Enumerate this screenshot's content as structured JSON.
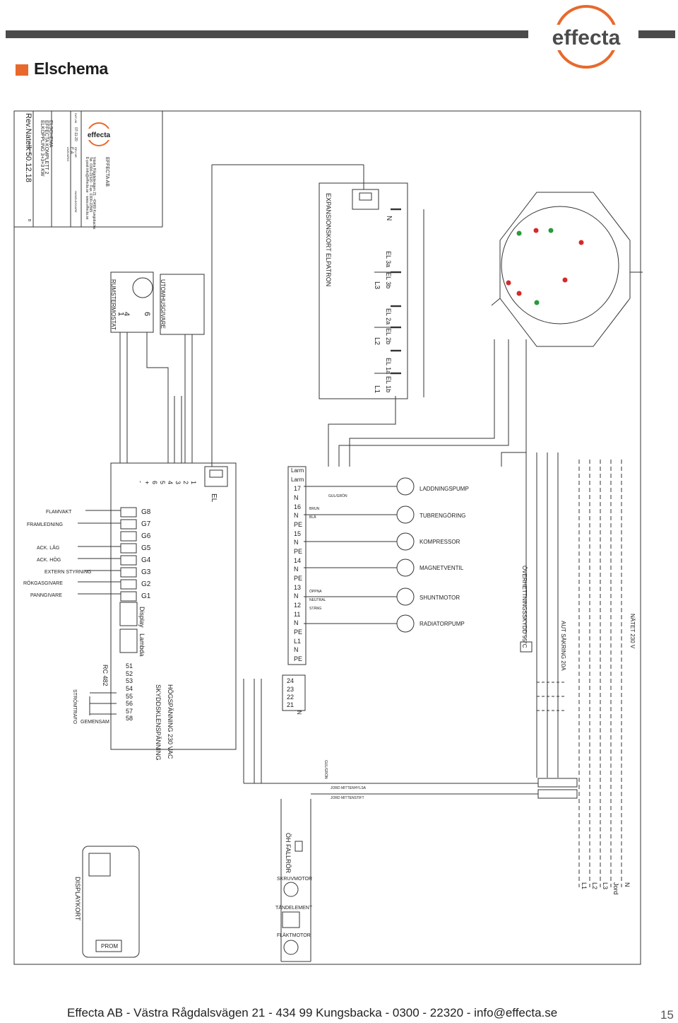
{
  "header": {
    "title": "Elschema",
    "logo_text": "effecta",
    "colors": {
      "accent": "#e8692c",
      "bar": "#4b4b4b"
    }
  },
  "title_block": {
    "company": "EFFECTA AB",
    "address": "Västra Rågdalsvägen 21 · 43499 Kungsbacka",
    "phone": "Tel. 0300-22320 · Fax. 0300-22565",
    "web": "E-post:info@effecta.se · www.effecta.se",
    "doc_lines": [
      "ELSCHEMA",
      "EFFECTA KOMPLETT 2",
      "ELKOPPLING 3+3+3 KW"
    ],
    "date_label": "DATUM",
    "date_value": "07-11-20",
    "rev_label": "REV.NR",
    "rev_value": "E.A",
    "approved_label": "ANSVARIG",
    "handler_label": "HANDLÄGGARE",
    "id_label": "Rev.Nateik",
    "id_value": "50.12.18",
    "id_small": "NUMMER",
    "sheet": "B"
  },
  "schematic": {
    "expansion_card": "EXPANSIONSKORT ELPATRON",
    "heater_terminals": [
      "L1",
      "L2",
      "L3",
      "N"
    ],
    "heater_labels": [
      "EL 1a",
      "EL 1b",
      "EL 2a",
      "EL 2b",
      "EL 3a",
      "EL 3b"
    ],
    "thermostat": {
      "title": "RUMSTERMOSTAT",
      "pins": [
        "1",
        "4",
        "6"
      ]
    },
    "outdoor_sensor": "UTOMHUSGIVARE",
    "main_terminals": [
      "+",
      "-",
      "6",
      "5",
      "4",
      "3",
      "2",
      "1"
    ],
    "el_label": "EL",
    "larm": [
      "Larm",
      "Larm"
    ],
    "terminal_strip": [
      "17",
      "N",
      "16",
      "N",
      "PE",
      "15",
      "N",
      "PE",
      "14",
      "N",
      "PE",
      "13",
      "N",
      "12",
      "11",
      "N",
      "PE",
      "L1",
      "N",
      "PE"
    ],
    "lower_terminals": [
      "24",
      "23",
      "22",
      "21",
      "N"
    ],
    "wire_colors": [
      "BRUN",
      "BLÅ",
      "GUL/GRÖN",
      "ÖPPNA",
      "NEUTRAL",
      "STÄNG"
    ],
    "pumps": [
      "LADDNINGSPUMP",
      "TUBRENGÖRING",
      "KOMPRESSOR",
      "MAGNETVENTIL",
      "SHUNTMOTOR",
      "RADIATORPUMP"
    ],
    "g_inputs": [
      "G8",
      "G7",
      "G6",
      "G5",
      "G4",
      "G3",
      "G2",
      "G1"
    ],
    "sensors": [
      "FLAMVAKT",
      "FRAMLEDNING",
      "ACK. LÅG",
      "ACK. HÖG",
      "EXTERN STYRNING",
      "RÖKGASGIVARE",
      "PANNGIVARE"
    ],
    "display_label": "Display",
    "lambda_label": "Lambda",
    "rc": "RC 482",
    "rc_terminals": [
      "51",
      "52",
      "53",
      "54",
      "55",
      "56",
      "57",
      "58"
    ],
    "stromtrafo": "STRÖMTRAFO",
    "gemensam": "GEMENSAM",
    "high_voltage": "HÖGSPÄNNING 230 VAC",
    "protective_voltage": "SKYDDSKLENSPÄNNING",
    "overheat": "ÖVERHETTNINGSSKYDD 95°C",
    "fuse": "AUT SÄKRING 20A",
    "mains": "NÄTET 230 V",
    "mains_phases": [
      "N",
      "Jord",
      "L3",
      "L2",
      "L1"
    ],
    "jord_1": "JORD MITTENHYLSA",
    "jord_2": "JORD MITTENSTIFT",
    "gul_gron_small": "GUL/GRÖN",
    "oh_fallror": "ÖH FALLRÖR",
    "skruvmotor": "SKRUVMOTOR",
    "tandelement": "TÄNDELEMENT",
    "flaktmotor": "FLÄKTMOTOR",
    "displaykort": "DISPLAYKORT",
    "prom": "PROM"
  },
  "footer": {
    "text": "Effecta AB - Västra Rågdalsvägen 21 - 434 99 Kungsbacka - 0300 - 22320 - info@effecta.se",
    "page": "15"
  }
}
